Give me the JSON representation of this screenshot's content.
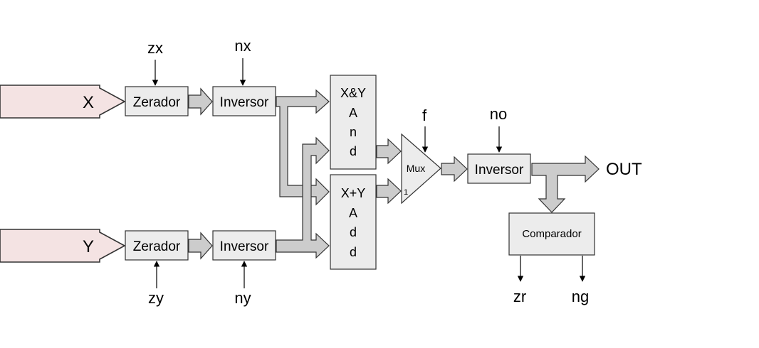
{
  "inputs": {
    "x": "X",
    "y": "Y"
  },
  "output": "OUT",
  "blocks": {
    "zerador": "Zerador",
    "inversor": "Inversor",
    "and_lines": [
      "X&Y",
      "A",
      "n",
      "d"
    ],
    "add_lines": [
      "X+Y",
      "A",
      "d",
      "d"
    ],
    "mux": "Mux",
    "mux_select_one": "1",
    "comparador": "Comparador"
  },
  "controls": {
    "zx": "zx",
    "nx": "nx",
    "zy": "zy",
    "ny": "ny",
    "f": "f",
    "no": "no",
    "zr": "zr",
    "ng": "ng"
  },
  "colors": {
    "input_fill": "#f4e3e3",
    "block_fill": "#ececec",
    "bus_fill": "#cccccc",
    "stroke": "#333333"
  }
}
